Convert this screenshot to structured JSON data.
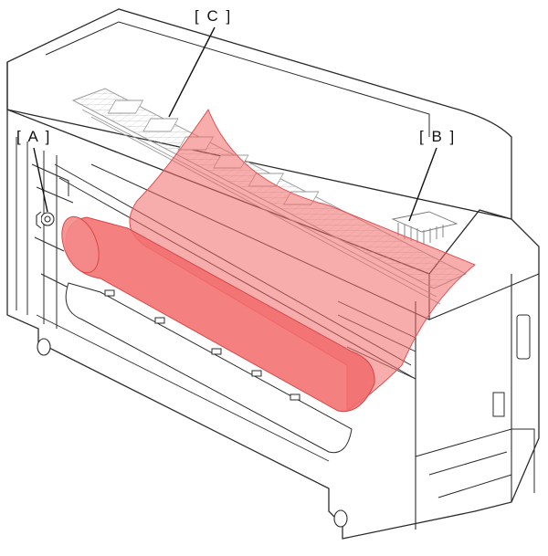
{
  "callouts": {
    "a": "[ A ]",
    "b": "[ B ]",
    "c": "[ C ]"
  },
  "colors": {
    "paper": "#f26a6a",
    "line": "#2b2b2b",
    "light_line": "#9a9a9a"
  }
}
